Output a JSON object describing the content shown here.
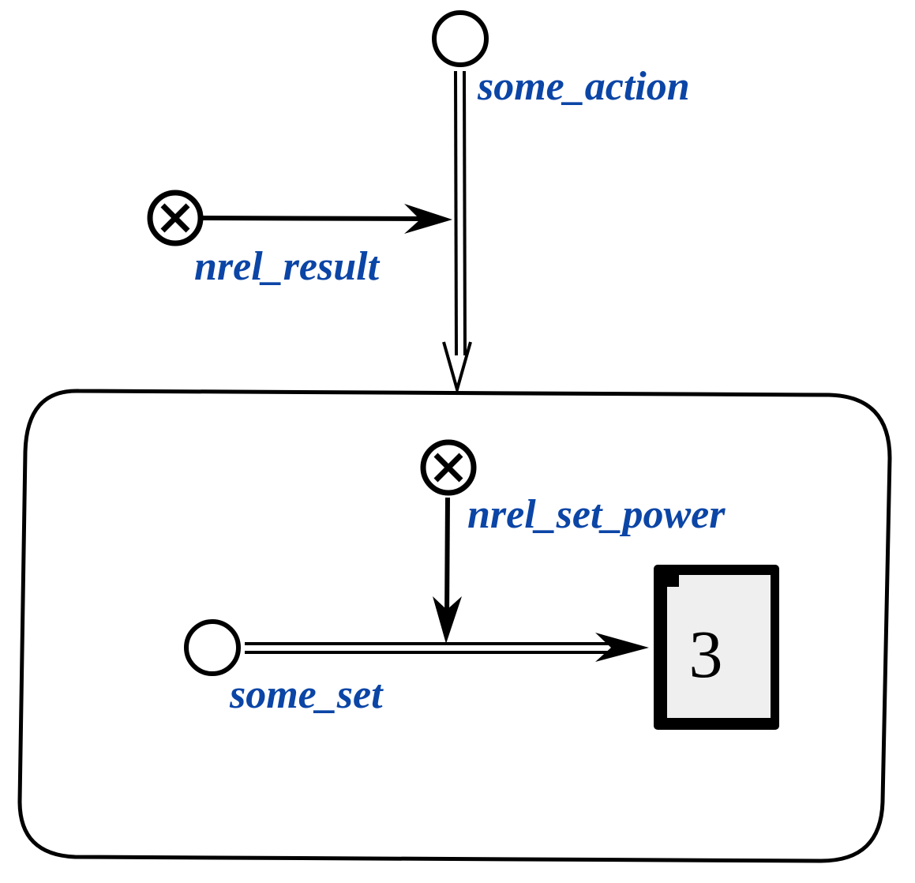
{
  "colors": {
    "label": "#0b45a6",
    "stroke": "#000000",
    "link_fill": "#efefef",
    "background": "#ffffff"
  },
  "nodes": {
    "some_action": {
      "label": "some_action",
      "icon": "circle-node"
    },
    "nrel_result": {
      "label": "nrel_result",
      "icon": "crossed-circle-node"
    },
    "nrel_set_power": {
      "label": "nrel_set_power",
      "icon": "crossed-circle-node"
    },
    "some_set": {
      "label": "some_set",
      "icon": "circle-node"
    },
    "link_value": {
      "text": "3",
      "icon": "link-document"
    }
  },
  "structure": {
    "icon": "rounded-contour"
  }
}
